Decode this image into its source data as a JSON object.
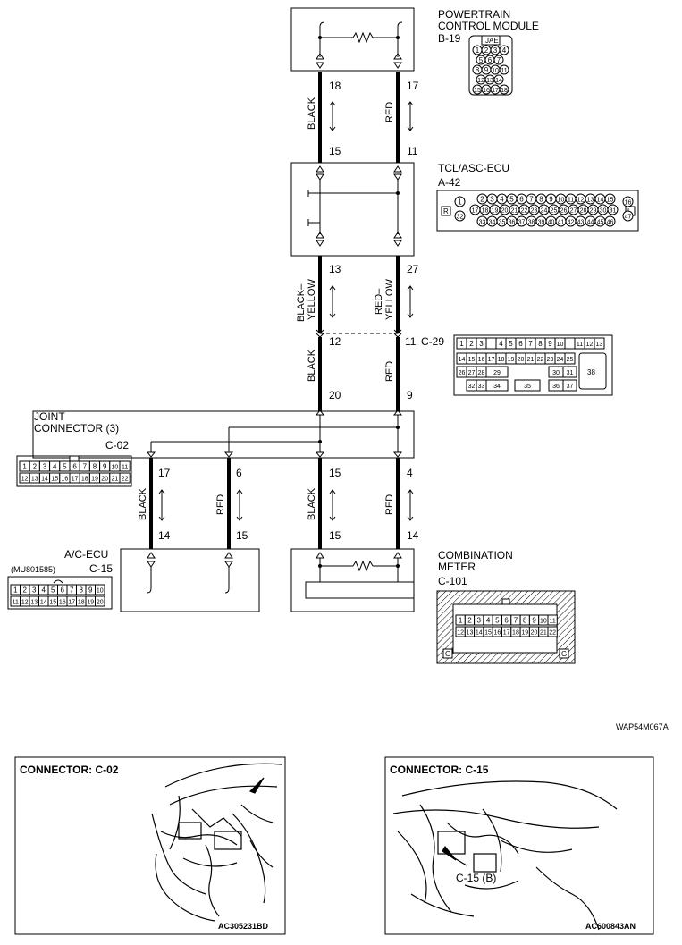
{
  "components": {
    "pcm": {
      "name_line1": "POWERTRAIN",
      "name_line2": "CONTROL MODULE",
      "id": "B-19",
      "connector_tag": "JAE",
      "pins": [
        "1",
        "2",
        "3",
        "4",
        "5",
        "6",
        "7",
        "8",
        "9",
        "10",
        "11",
        "12",
        "13",
        "14",
        "15",
        "16",
        "17",
        "18"
      ]
    },
    "tcl": {
      "name": "TCL/ASC-ECU",
      "id": "A-42",
      "left_tag": "R",
      "right_tag": "L",
      "row1": [
        "2",
        "3",
        "4",
        "5",
        "6",
        "7",
        "8",
        "9",
        "10",
        "11",
        "12",
        "13",
        "14",
        "15"
      ],
      "row2": [
        "17",
        "18",
        "19",
        "20",
        "21",
        "22",
        "23",
        "24",
        "25",
        "26",
        "27",
        "28",
        "29",
        "30",
        "31"
      ],
      "row3": [
        "33",
        "34",
        "35",
        "36",
        "37",
        "38",
        "39",
        "40",
        "41",
        "42",
        "43",
        "44",
        "45",
        "46"
      ],
      "left_pins": [
        "1",
        "32"
      ],
      "right_pins": [
        "16",
        "47"
      ]
    },
    "c29": {
      "id": "C-29",
      "row1": [
        "1",
        "2",
        "3",
        "",
        "4",
        "5",
        "6",
        "7",
        "8",
        "9",
        "10",
        "",
        "11",
        "12",
        "13"
      ],
      "row2": [
        "14",
        "15",
        "16",
        "17",
        "18",
        "19",
        "20",
        "21",
        "22",
        "23",
        "24",
        "25"
      ],
      "row3": [
        "26",
        "27",
        "28",
        "29",
        "30",
        "31"
      ],
      "row4": [
        "32",
        "33",
        "34",
        "35",
        "36",
        "37"
      ],
      "big_pin": "38"
    },
    "joint": {
      "name_line1": "JOINT",
      "name_line2": "CONNECTOR (3)",
      "id": "C-02",
      "row1": [
        "1",
        "2",
        "3",
        "4",
        "5",
        "6",
        "7",
        "8",
        "9",
        "10",
        "11"
      ],
      "row2": [
        "12",
        "13",
        "14",
        "15",
        "16",
        "17",
        "18",
        "19",
        "20",
        "21",
        "22"
      ]
    },
    "ac_ecu": {
      "name": "A/C-ECU",
      "id": "C-15",
      "part_no": "(MU801585)",
      "row1": [
        "1",
        "2",
        "3",
        "4",
        "5",
        "6",
        "7",
        "8",
        "9",
        "10"
      ],
      "row2": [
        "11",
        "12",
        "13",
        "14",
        "15",
        "16",
        "17",
        "18",
        "19",
        "20"
      ]
    },
    "meter": {
      "name_line1": "COMBINATION",
      "name_line2": "METER",
      "id": "C-101",
      "row1": [
        "1",
        "2",
        "3",
        "4",
        "5",
        "6",
        "7",
        "8",
        "9",
        "10",
        "11"
      ],
      "row2": [
        "12",
        "13",
        "14",
        "15",
        "16",
        "17",
        "18",
        "19",
        "20",
        "21",
        "22"
      ],
      "corner_tag": "G"
    }
  },
  "wires": {
    "pcm_tcl_left": {
      "top_pin": "18",
      "bottom_pin": "15",
      "color": "BLACK"
    },
    "pcm_tcl_right": {
      "top_pin": "17",
      "bottom_pin": "11",
      "color": "RED"
    },
    "tcl_c29_left": {
      "top_pin": "13",
      "bottom_pin": "12",
      "color_line1": "BLACK–",
      "color_line2": "YELLOW"
    },
    "tcl_c29_right": {
      "top_pin": "27",
      "bottom_pin": "11",
      "color_line1": "RED–",
      "color_line2": "YELLOW"
    },
    "c29_joint_left": {
      "bottom_pin": "20",
      "color": "BLACK"
    },
    "c29_joint_right": {
      "bottom_pin": "9",
      "color": "RED"
    },
    "joint_ac_1": {
      "top_pin": "17",
      "bottom_pin": "14",
      "color": "BLACK"
    },
    "joint_ac_2": {
      "top_pin": "6",
      "bottom_pin": "15",
      "color": "RED"
    },
    "joint_meter_1": {
      "top_pin": "15",
      "bottom_pin": "15",
      "color": "BLACK"
    },
    "joint_meter_2": {
      "top_pin": "4",
      "bottom_pin": "14",
      "color": "RED"
    }
  },
  "figure_code": "WAP54M067A",
  "photos": [
    {
      "title": "CONNECTOR: C-02",
      "code": "AC305231BD",
      "callout": ""
    },
    {
      "title": "CONNECTOR: C-15",
      "code": "AC600843AN",
      "callout": "C-15 (B)"
    }
  ],
  "colors": {
    "line": "#000000",
    "hatch": "#000000",
    "background": "#ffffff"
  }
}
